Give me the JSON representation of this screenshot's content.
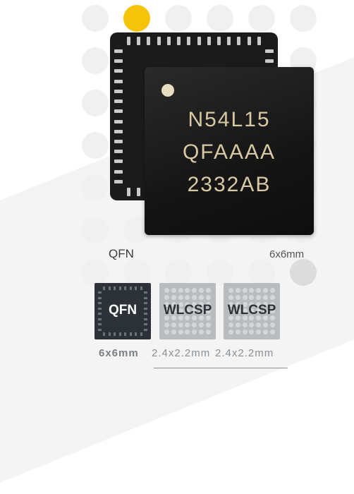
{
  "chip": {
    "marking_line1": "N54L15",
    "marking_line2": "QFAAAA",
    "marking_line3": "2332AB"
  },
  "preview": {
    "package_name": "QFN",
    "package_size": "6x6mm"
  },
  "packages": [
    {
      "label": "QFN",
      "size": "6x6mm",
      "selected": true
    },
    {
      "label": "WLCSP",
      "size": "2.4x2.2mm",
      "selected": false
    },
    {
      "label": "WLCSP",
      "size": "2.4x2.2mm",
      "selected": false
    }
  ],
  "colors": {
    "accent_dot": "#f5c40a",
    "selected_tile": "#2c3237",
    "unselected_tile": "#b9bcbe",
    "chip_marking": "#d9c9a3"
  }
}
